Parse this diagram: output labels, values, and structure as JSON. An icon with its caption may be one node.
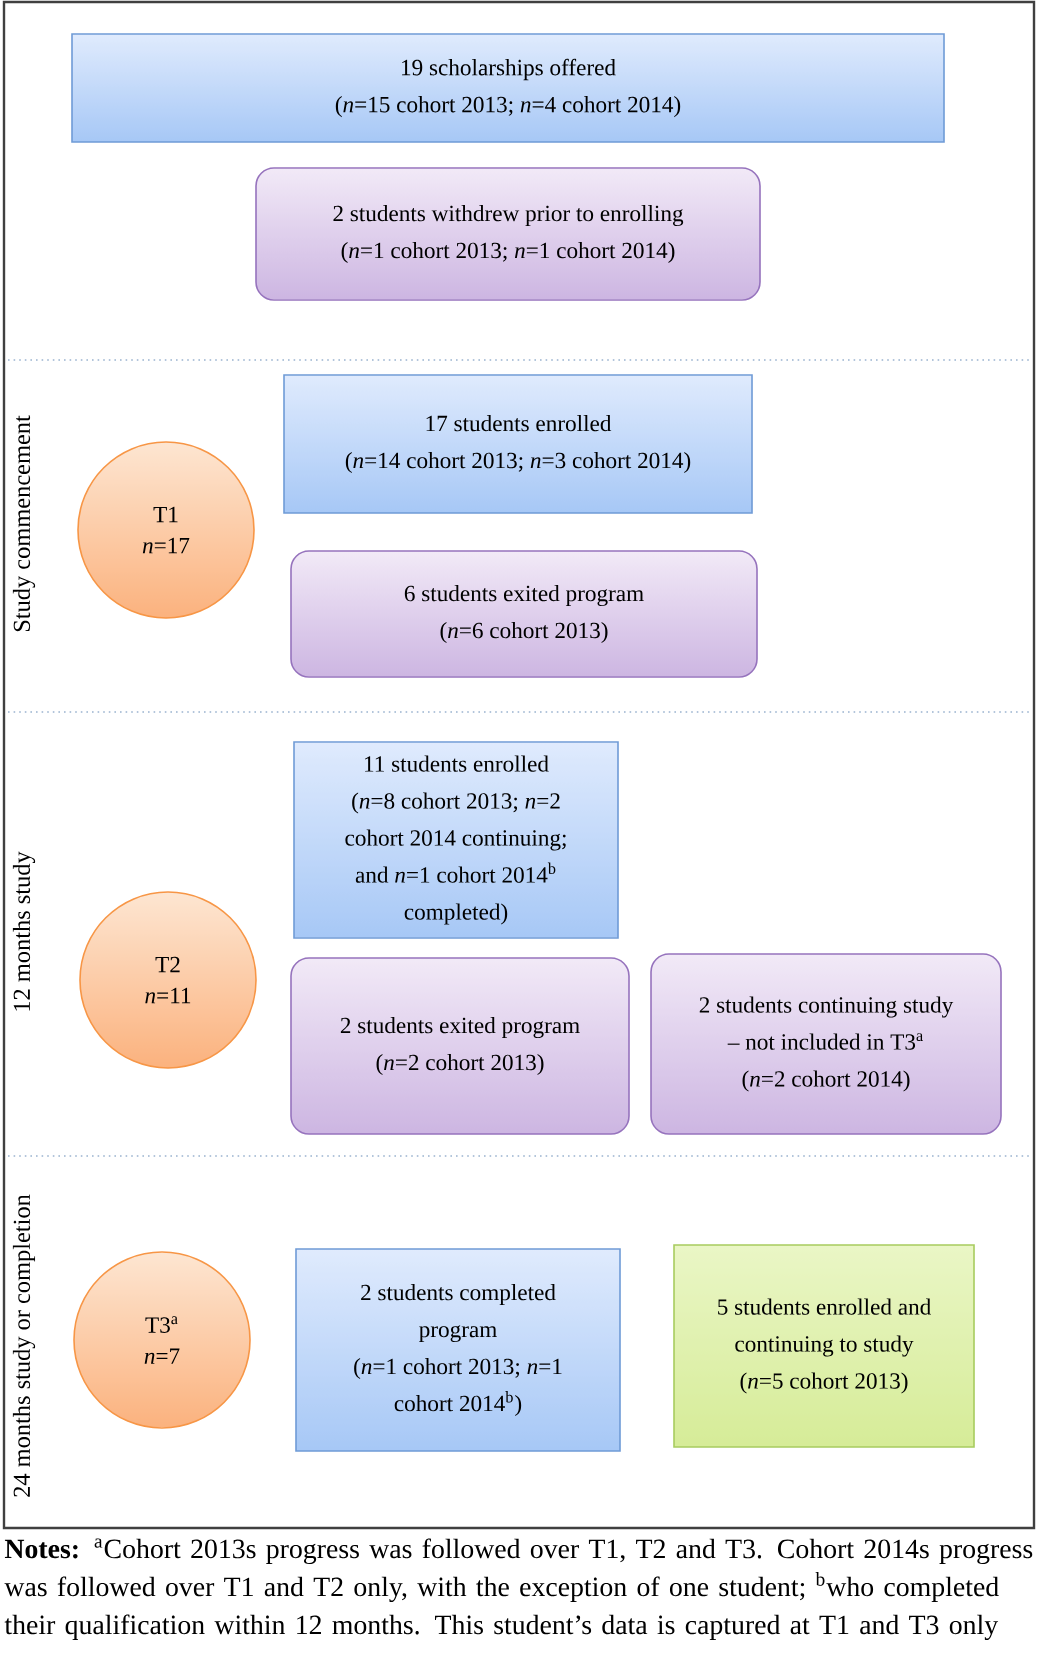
{
  "diagram": {
    "caption": "**Notes:** $^{a}$Cohort 2013s progress was followed over T1, T2 and T3. Cohort 2014s progress was followed over T1 and T2 only, with the exception of one student; $^{b}$who completed their qualification within 12 months. This student’s data is captured at T1 and T3 only",
    "nodes": [
      {
        "text": [
          "19 scholarships offered",
          "(*n*=15 cohort 2013; *n*=4 cohort 2014)"
        ]
      },
      {
        "text": [
          "2 students withdrew prior to enrolling",
          "(*n*=1 cohort 2013; *n*=1 cohort 2014)"
        ]
      },
      {
        "text": [
          "T1",
          "*n*=17"
        ]
      },
      {
        "text": [
          "17 students enrolled",
          "(*n*=14 cohort 2013; *n*=3 cohort 2014)"
        ]
      },
      {
        "text": [
          "6 students exited program",
          "(*n*=6 cohort 2013)"
        ]
      },
      {
        "text": [
          "T2",
          "*n*=11"
        ]
      },
      {
        "text": [
          "11 students enrolled",
          "(*n*=8 cohort 2013; *n*=2 cohort 2014 continuing; and *n*=1 cohort 2014$^{b}$ completed)"
        ]
      },
      {
        "text": [
          "2 students exited program",
          "(*n*=2 cohort 2013)"
        ]
      },
      {
        "text": [
          "2 students continuing study – not included in T3$^{a}$",
          "(*n*=2 cohort 2014)"
        ]
      },
      {
        "text": [
          "T3$^{a}$",
          "*n*=7"
        ]
      },
      {
        "text": [
          "2 students completed program",
          "(*n*=1 cohort 2013; *n*=1 cohort 2014$^{b}$)"
        ]
      },
      {
        "text": [
          "5 students enrolled and continuing to study",
          "(*n*=5 cohort 2013)"
        ]
      }
    ],
    "labels": [
      "Study commencement",
      "12 months study",
      "24 months study or completion"
    ]
  }
}
